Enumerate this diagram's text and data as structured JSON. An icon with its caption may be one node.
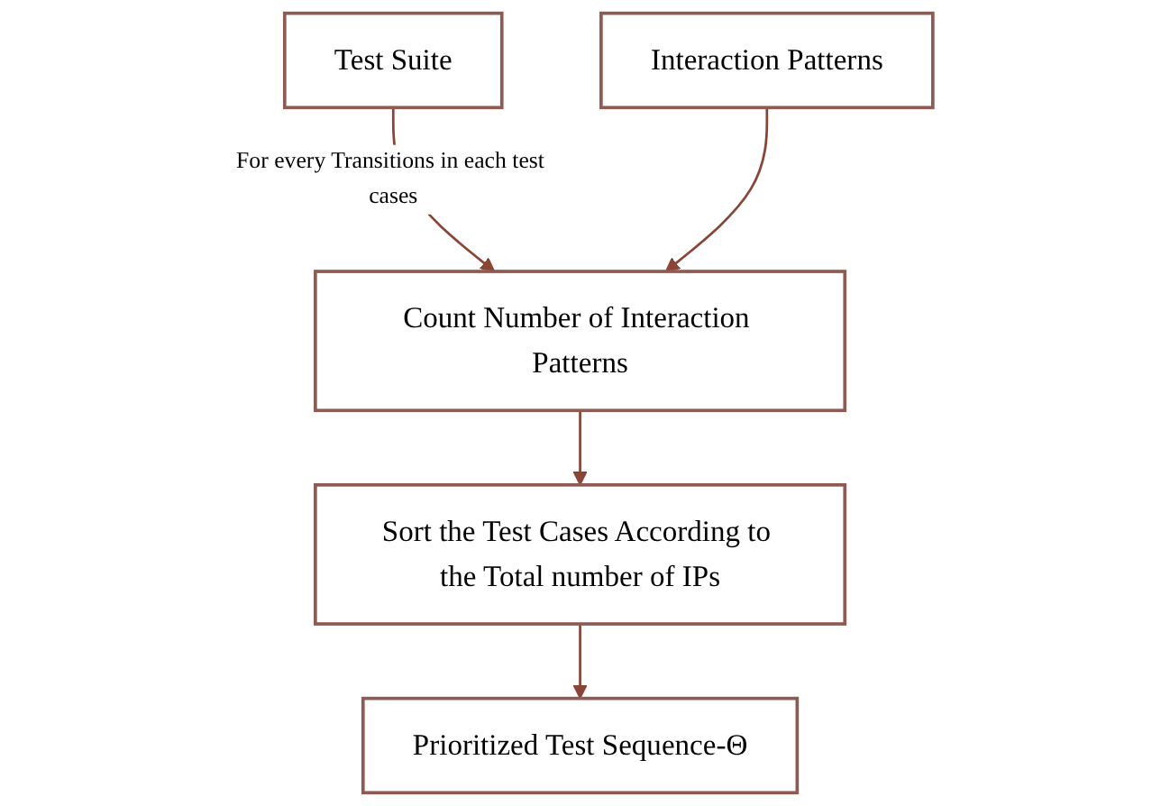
{
  "diagram": {
    "nodes": [
      {
        "text": [
          "Test Suite"
        ]
      },
      {
        "text": [
          "Interaction Patterns"
        ]
      },
      {
        "text": [
          "Count Number of Interaction Patterns"
        ]
      },
      {
        "text": [
          "Sort the Test Cases According to the Total number of IPs"
        ]
      },
      {
        "text": [
          "Prioritized Test Sequence-Θ"
        ]
      }
    ],
    "edges": [
      {
        "from": 0,
        "to": 2,
        "arrow": "to",
        "label": "For every Transitions in each test cases"
      },
      {
        "from": 1,
        "to": 2,
        "arrow": "to"
      },
      {
        "from": 2,
        "to": 3,
        "arrow": "to"
      },
      {
        "from": 3,
        "to": 4,
        "arrow": "to"
      }
    ]
  }
}
